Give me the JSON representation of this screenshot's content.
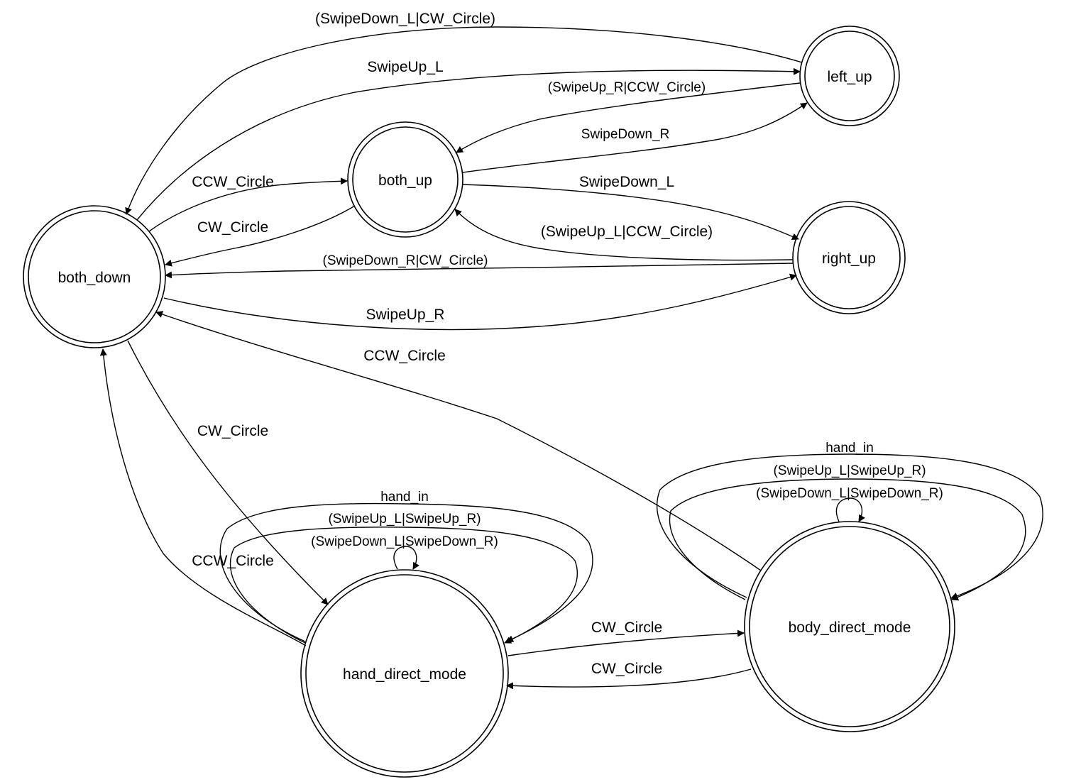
{
  "states": {
    "both_down": "both_down",
    "both_up": "both_up",
    "left_up": "left_up",
    "right_up": "right_up",
    "hand_direct_mode": "hand_direct_mode",
    "body_direct_mode": "body_direct_mode"
  },
  "transitions": [
    {
      "id": "left_up-to-both_down",
      "from": "left_up",
      "to": "both_down",
      "label": "(SwipeDown_L|CW_Circle)"
    },
    {
      "id": "both_down-to-left_up",
      "from": "both_down",
      "to": "left_up",
      "label": "SwipeUp_L"
    },
    {
      "id": "left_up-to-both_up",
      "from": "left_up",
      "to": "both_up",
      "label": "(SwipeUp_R|CCW_Circle)"
    },
    {
      "id": "both_up-to-left_up",
      "from": "both_up",
      "to": "left_up",
      "label": "SwipeDown_R"
    },
    {
      "id": "both_down-to-both_up",
      "from": "both_down",
      "to": "both_up",
      "label": "CCW_Circle"
    },
    {
      "id": "both_up-to-both_down",
      "from": "both_up",
      "to": "both_down",
      "label": "CW_Circle"
    },
    {
      "id": "both_up-to-right_up",
      "from": "both_up",
      "to": "right_up",
      "label": "SwipeDown_L"
    },
    {
      "id": "right_up-to-both_up",
      "from": "right_up",
      "to": "both_up",
      "label": "(SwipeUp_L|CCW_Circle)"
    },
    {
      "id": "right_up-to-both_down",
      "from": "right_up",
      "to": "both_down",
      "label": "(SwipeDown_R|CW_Circle)"
    },
    {
      "id": "both_down-to-right_up",
      "from": "both_down",
      "to": "right_up",
      "label": "SwipeUp_R"
    },
    {
      "id": "body_direct_mode-to-both_down",
      "from": "body_direct_mode",
      "to": "both_down",
      "label": "CCW_Circle"
    },
    {
      "id": "both_down-to-hand_direct_mode",
      "from": "both_down",
      "to": "hand_direct_mode",
      "label": "CW_Circle"
    },
    {
      "id": "hand_direct_mode-to-both_down",
      "from": "hand_direct_mode",
      "to": "both_down",
      "label": "CCW_Circle"
    },
    {
      "id": "hand_direct_mode-self-hand_in",
      "from": "hand_direct_mode",
      "to": "hand_direct_mode",
      "label": "hand_in"
    },
    {
      "id": "hand_direct_mode-self-swipeup",
      "from": "hand_direct_mode",
      "to": "hand_direct_mode",
      "label": "(SwipeUp_L|SwipeUp_R)"
    },
    {
      "id": "hand_direct_mode-self-swipedown",
      "from": "hand_direct_mode",
      "to": "hand_direct_mode",
      "label": "(SwipeDown_L|SwipeDown_R)"
    },
    {
      "id": "body_direct_mode-self-hand_in",
      "from": "body_direct_mode",
      "to": "body_direct_mode",
      "label": "hand_in"
    },
    {
      "id": "body_direct_mode-self-swipeup",
      "from": "body_direct_mode",
      "to": "body_direct_mode",
      "label": "(SwipeUp_L|SwipeUp_R)"
    },
    {
      "id": "body_direct_mode-self-swipedown",
      "from": "body_direct_mode",
      "to": "body_direct_mode",
      "label": "(SwipeDown_L|SwipeDown_R)"
    },
    {
      "id": "hand_direct_mode-to-body_direct_mode",
      "from": "hand_direct_mode",
      "to": "body_direct_mode",
      "label": "CW_Circle"
    },
    {
      "id": "body_direct_mode-to-hand_direct_mode",
      "from": "body_direct_mode",
      "to": "hand_direct_mode",
      "label": "CW_Circle"
    }
  ]
}
